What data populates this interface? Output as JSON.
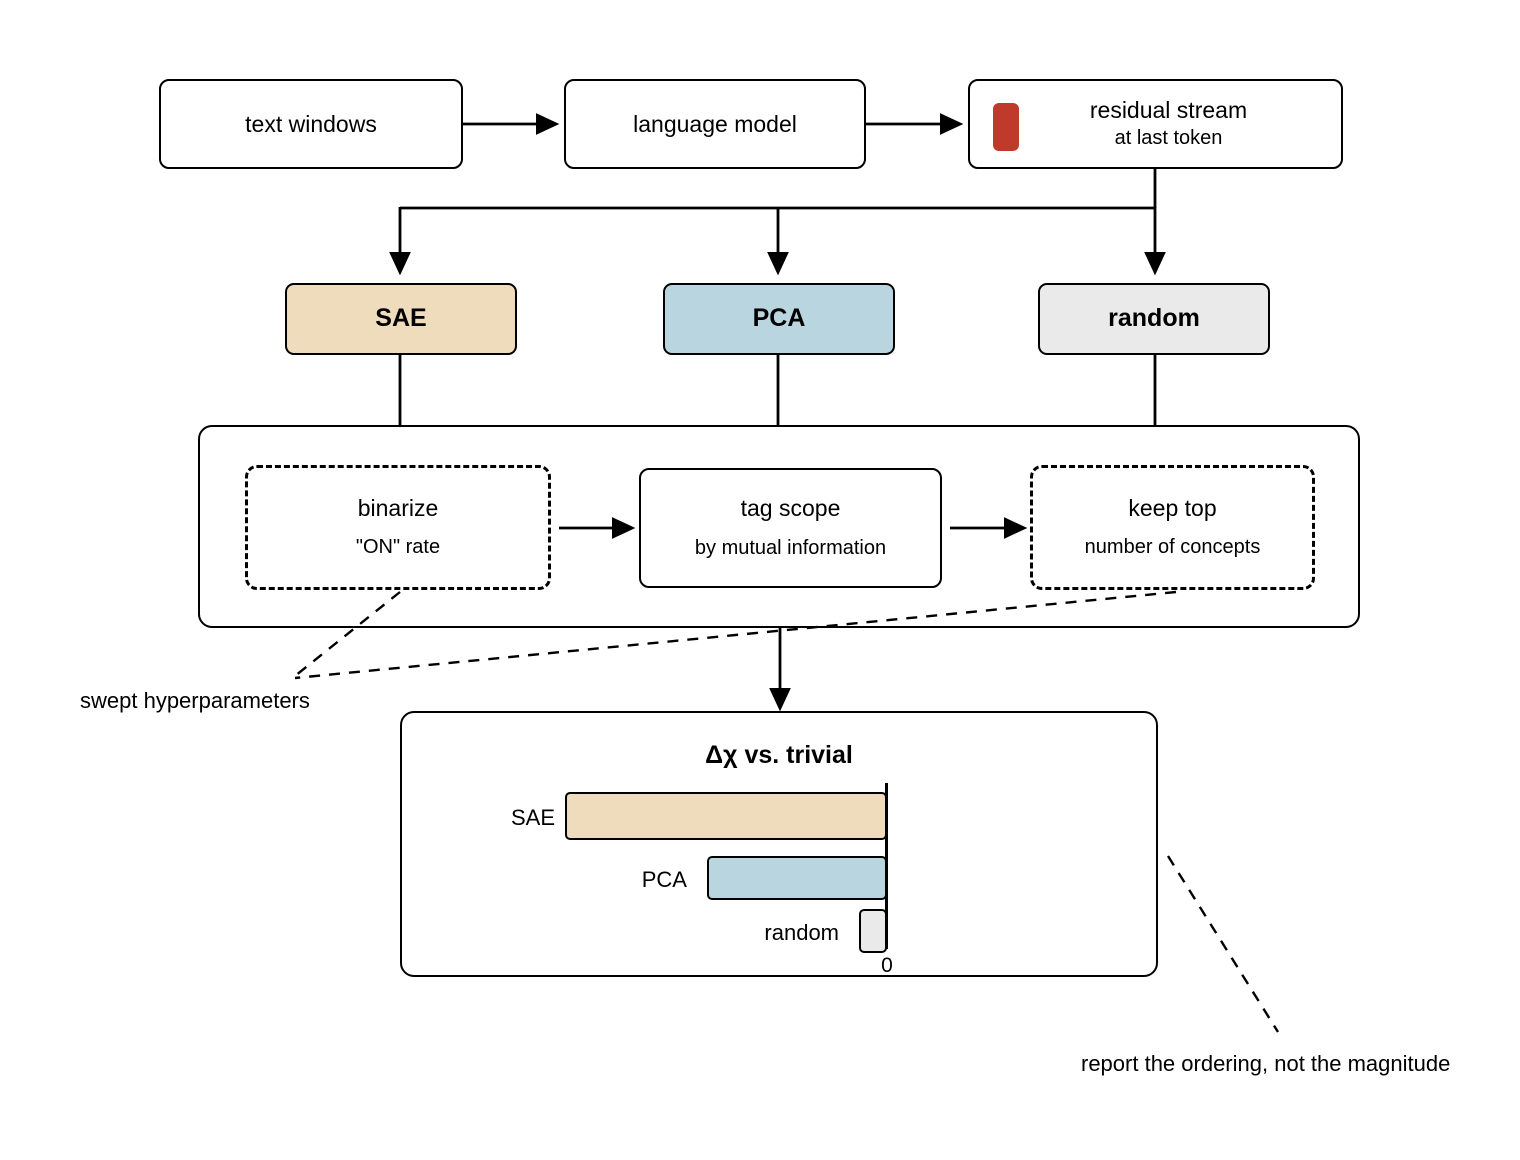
{
  "flow": {
    "text_windows": {
      "label": "text windows"
    },
    "language_model": {
      "label": "language model"
    },
    "residual_stream": {
      "label": "residual stream",
      "sublabel": "at last token",
      "swatch_color": "#BF3A2B",
      "swatch_name": "residual-stream-swatch"
    }
  },
  "methods": [
    {
      "label": "SAE",
      "color": "#EFDCBC",
      "name": "sae"
    },
    {
      "label": "PCA",
      "color": "#B9D5E0",
      "name": "pca"
    },
    {
      "label": "random",
      "color": "#EAEAEA",
      "name": "random"
    }
  ],
  "pipeline": {
    "steps": [
      {
        "line1": "binarize",
        "line2": "\"ON\" rate",
        "dashed": true,
        "name": "binarize"
      },
      {
        "line1": "tag scope",
        "line2": "by mutual information",
        "dashed": false,
        "name": "tag-scope"
      },
      {
        "line1": "keep top",
        "line2": "number of concepts",
        "dashed": true,
        "name": "keep-top"
      }
    ]
  },
  "annotations": {
    "swept_hyperparameters": "swept hyperparameters",
    "report_ordering": "report the ordering, not the magnitude"
  },
  "chart_data": {
    "type": "bar",
    "orientation": "horizontal-left",
    "title": "Δχ vs. trivial",
    "categories": [
      "SAE",
      "PCA",
      "random"
    ],
    "values": [
      -321,
      -179,
      -27
    ],
    "bar_colors": [
      "#EFDCBC",
      "#B9D5E0",
      "#EAEAEA"
    ],
    "xlabel": "",
    "ylabel": "",
    "tick_labels": [
      "0"
    ],
    "axis_zero": "0",
    "grid": false,
    "legend": "none",
    "note": "bars extend leftward from zero; only ordering is meaningful"
  }
}
